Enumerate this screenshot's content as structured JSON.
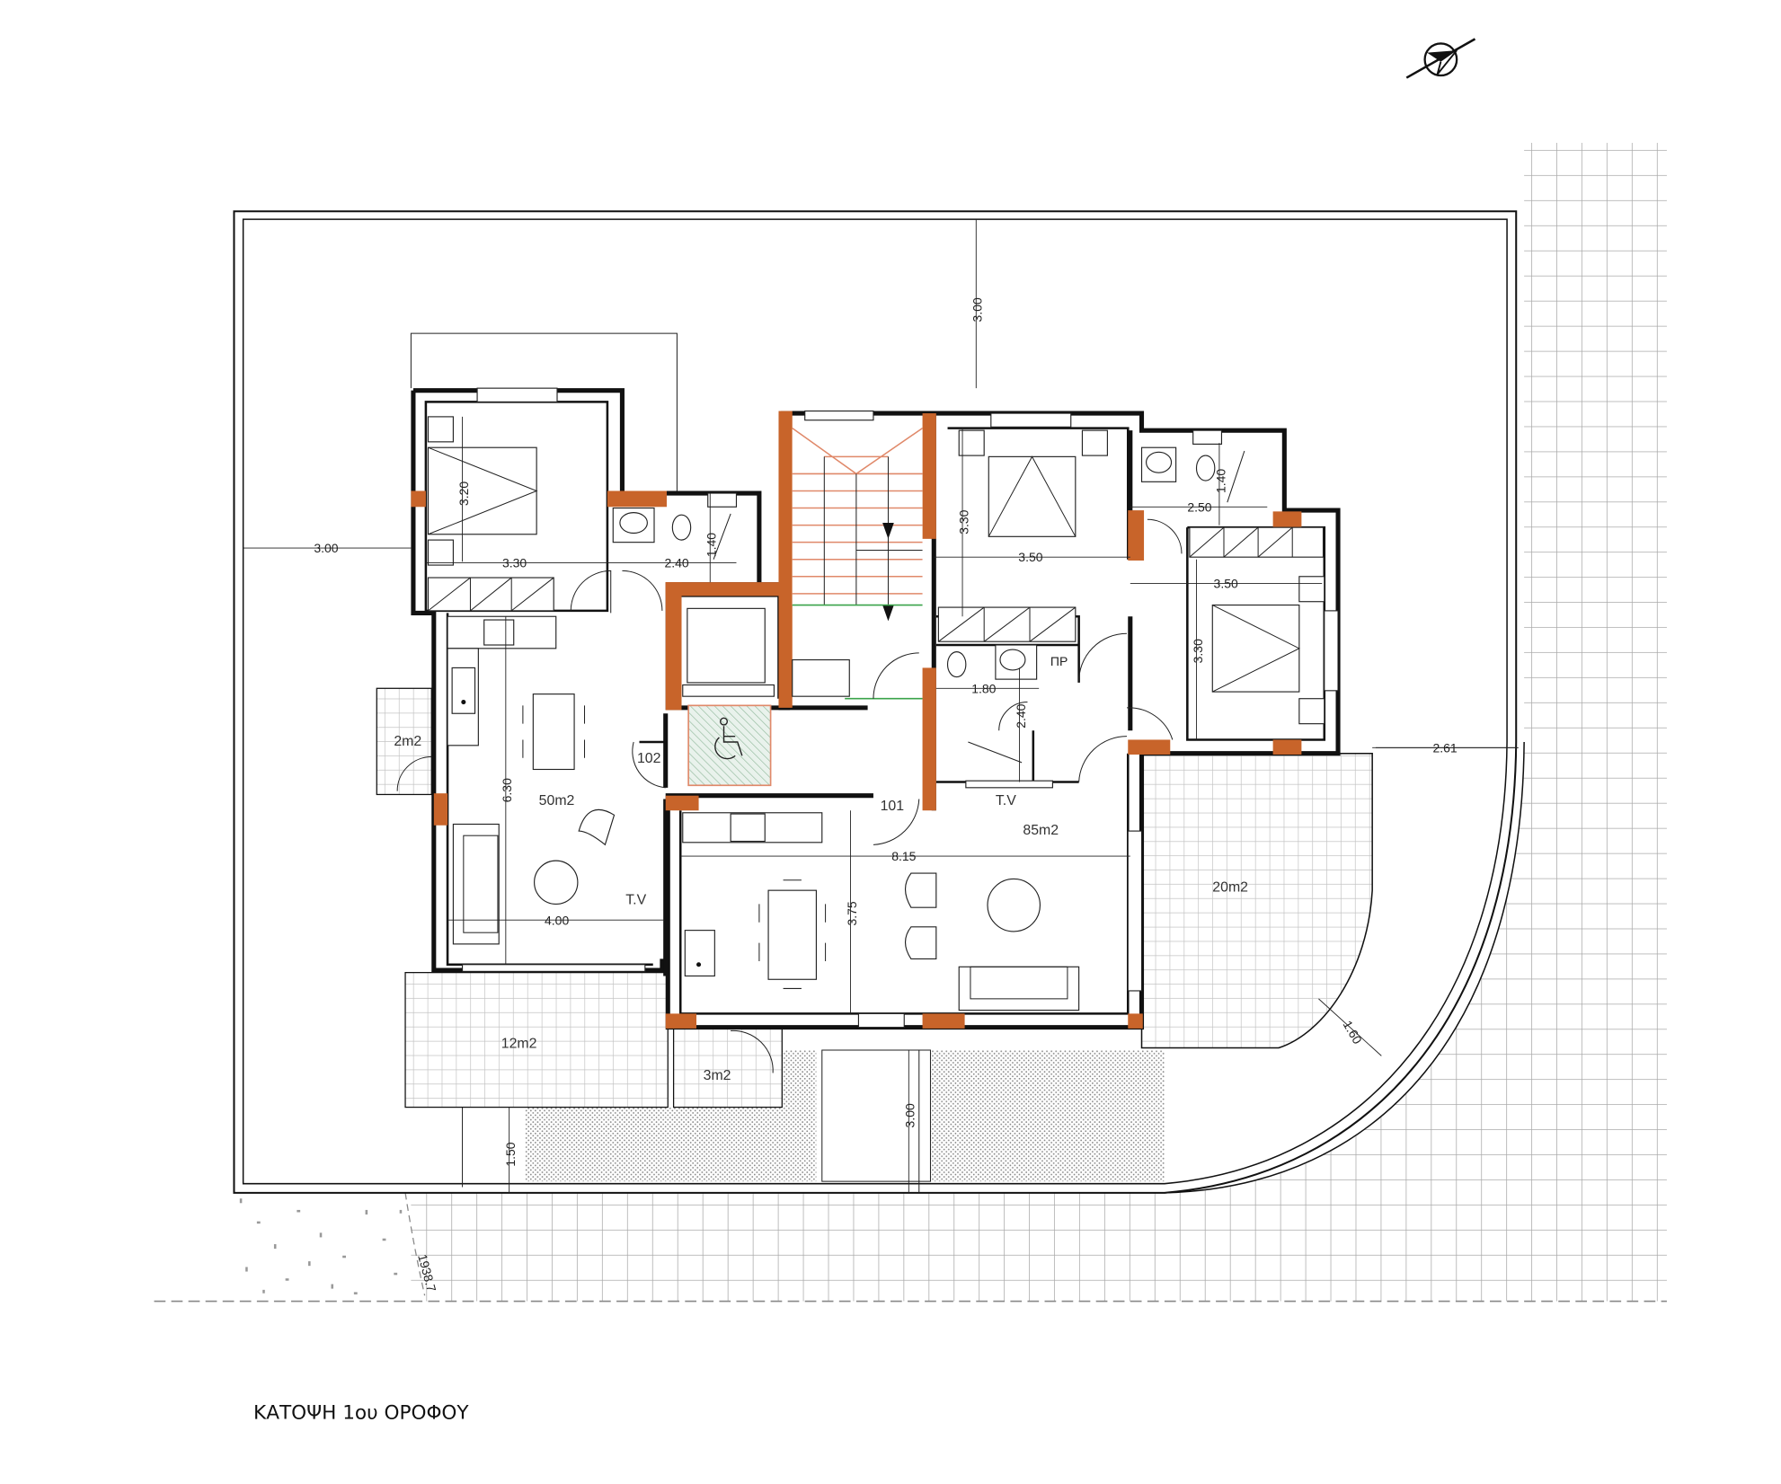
{
  "title": "ΚΑΤΟΨΗ 1ου ΟΡΟΦΟΥ",
  "north_arrow": "north-arrow-icon",
  "colors": {
    "wall": "#111111",
    "column": "#c8642a",
    "stair": "#e0896a",
    "lift_line": "#3aa34a",
    "tile_grid": "#bbbbbb",
    "accessible_area": "#8fb89a"
  },
  "areas": {
    "living_left": "50m2",
    "living_right": "85m2",
    "balcony_small": "2m2",
    "terrace_right": "20m2",
    "terrace_left": "12m2",
    "balcony_bottom": "3m2"
  },
  "apartments": {
    "left": "102",
    "right": "101"
  },
  "tv_labels": [
    "T.V",
    "T.V"
  ],
  "storage_label": "ΠΡ",
  "plot_level": "1938.7",
  "dims": {
    "top_setback": "3.00",
    "left_setback": "3.00",
    "bed1_depth": "3.20",
    "bed1_width": "3.30",
    "bath1_width": "2.40",
    "bath1_depth": "1.40",
    "bed2_depth": "3.30",
    "bed2_width": "3.50",
    "bath2_width": "2.50",
    "bath2_depth": "1.40",
    "bed3_width": "3.50",
    "bed3_depth": "3.30",
    "bath3_width": "1.80",
    "bath3_depth": "2.40",
    "living_left_depth": "6.30",
    "living_left_width": "4.00",
    "living_right_width": "8.15",
    "living_right_depth": "3.75",
    "right_setback": "2.61",
    "corner_setback": "1.60",
    "bottom_setback_left": "1.50",
    "bottom_setback_mid": "3.00"
  }
}
